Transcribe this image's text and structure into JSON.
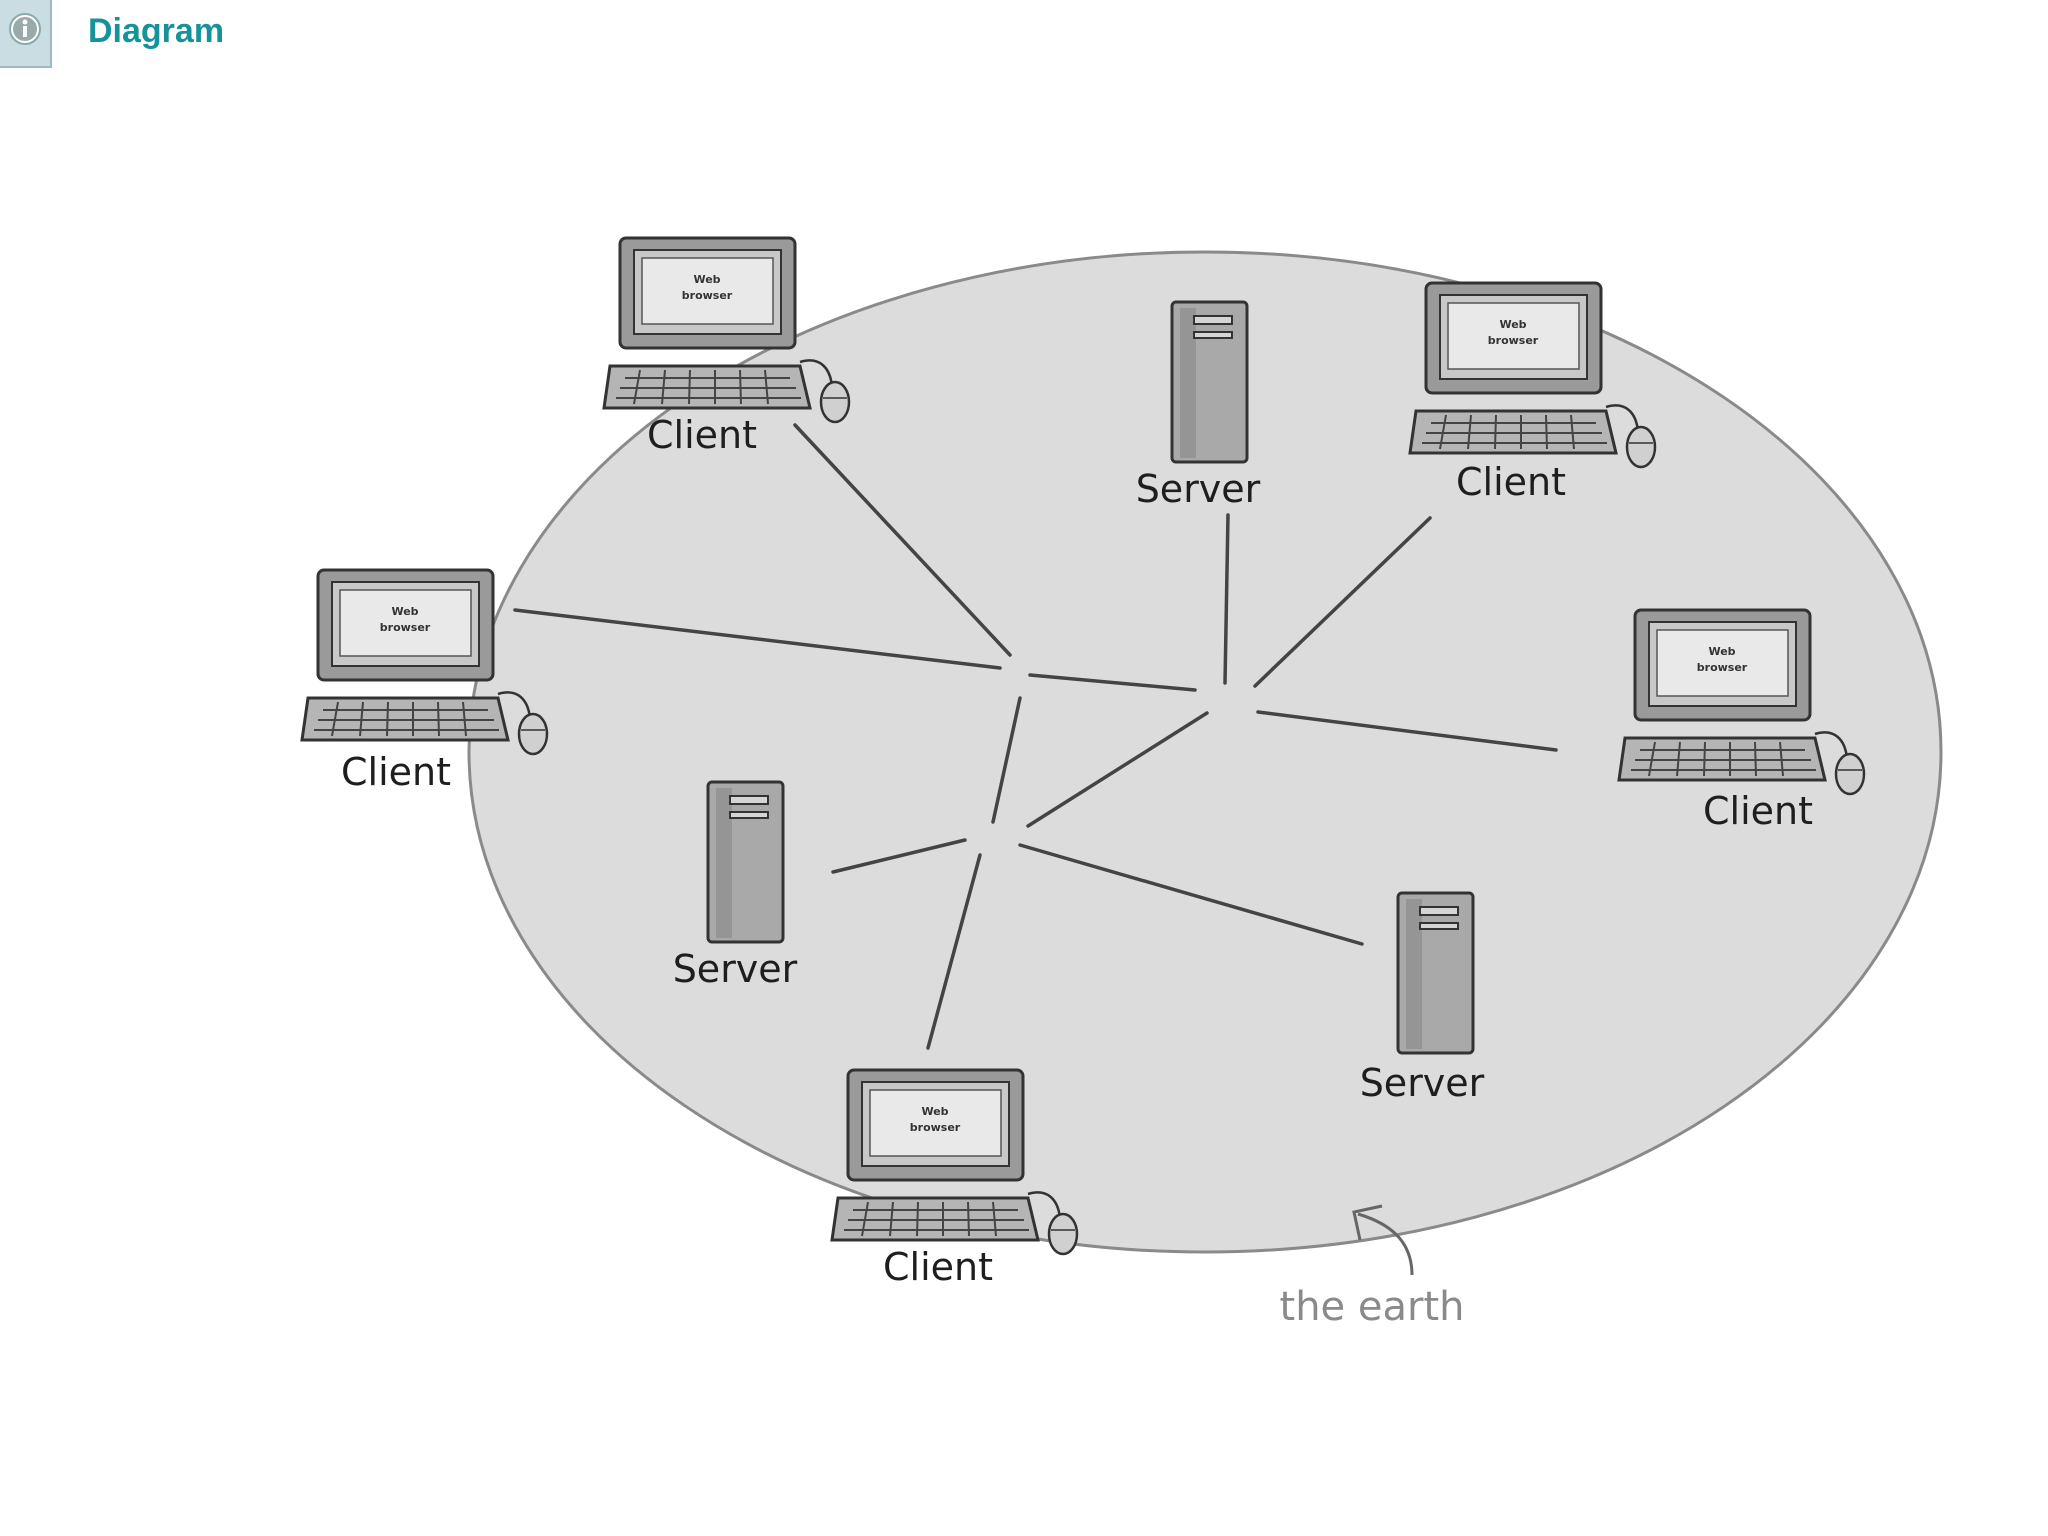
{
  "header": {
    "title": "Diagram",
    "icon": "info-icon"
  },
  "diagram": {
    "clients": [
      {
        "label": "Client",
        "screen": [
          "Web",
          "browser"
        ]
      },
      {
        "label": "Client",
        "screen": [
          "Web",
          "browser"
        ]
      },
      {
        "label": "Client",
        "screen": [
          "Web",
          "browser"
        ]
      },
      {
        "label": "Client",
        "screen": [
          "Web",
          "browser"
        ]
      },
      {
        "label": "Client",
        "screen": [
          "Web",
          "browser"
        ]
      }
    ],
    "servers": [
      {
        "label": "Server"
      },
      {
        "label": "Server"
      },
      {
        "label": "Server"
      }
    ],
    "earth_annotation": "the earth",
    "colors": {
      "earth": "#dcdcdc",
      "earth_stroke": "#8a8a8a",
      "title": "#14939a",
      "device": "#a9a9a9"
    }
  }
}
